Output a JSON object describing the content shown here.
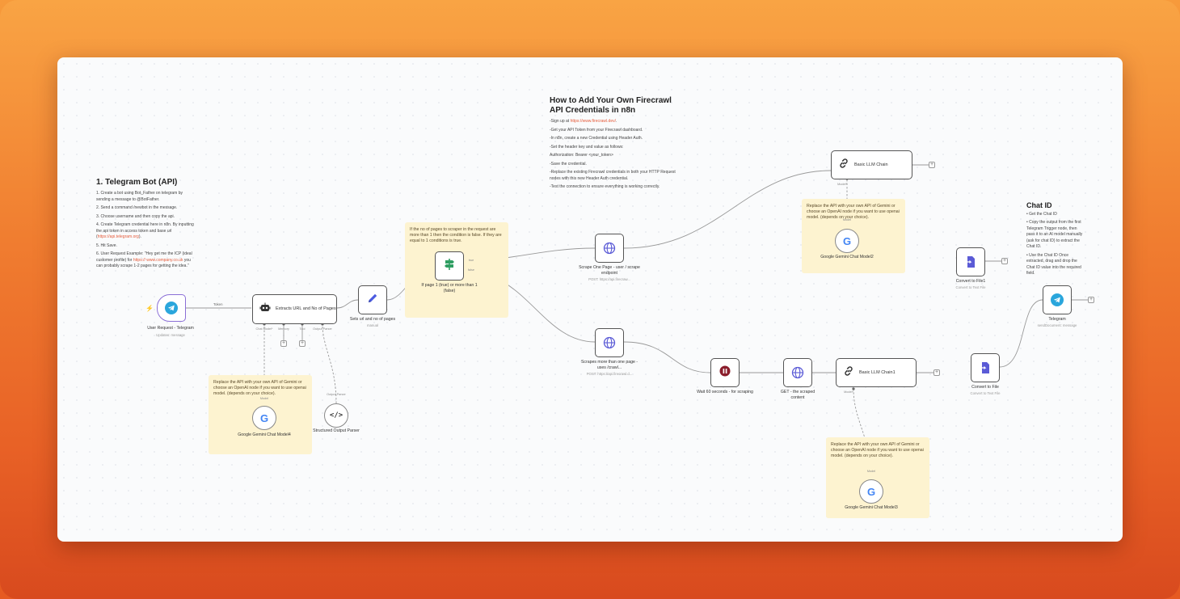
{
  "colors": {
    "accent": "#e55b3a",
    "sticky": "#fdf3d0",
    "telegram": "#2aa6dc",
    "n8n_purple": "#5b5bd6",
    "if_green": "#2f9e62",
    "wait_red": "#8b1e2c"
  },
  "notes": {
    "telegram": {
      "title": "1. Telegram Bot (API)",
      "items": [
        "1. Create a bot using Bot_Father on telegram by sending a message to @BotFather.",
        "2. Send a command /newbot in the message.",
        "3. Choose username and then copy the api.",
        "4. Create Telegram credential here in n8n. By inputting the api token in access token and base url (",
        "5. Hit Save.",
        "6. User Request Example: \"Hey get me the ICP (ideal customer profile) for ",
        "you can probably scrape 1-2 pages for getting the idea.\""
      ],
      "base_url": "https://api.telegram.org",
      "base_url_close": ").",
      "example_link": "https:// www.company.co.uk"
    },
    "firecrawl": {
      "title": "How to Add Your Own Firecrawl API Credentials in n8n",
      "signup_prefix": "-Sign up at ",
      "signup_link": "https://www.firecrawl.dev/",
      "signup_suffix": ".",
      "lines": [
        "-Get your API Token from your Firecrawl dashboard.",
        "-In n8n, create a new Credential using Header Auth.",
        "-Set the header key and value as follows:",
        "Authorization: Bearer <your_token>",
        "-Save the credential.",
        "-Replace the existing Firecrawl credentials in both your HTTP Request nodes with this new Header Auth credential.",
        "-Test the connection to ensure everything is working correctly."
      ]
    },
    "chatid": {
      "title": "Chat ID",
      "lines": [
        "• Get the Chat ID",
        "• Copy the output from the first Telegram Trigger node, then pass it to an AI model manually (ask for chat ID) to extract the Chat ID.",
        "• Use the Chat ID Once extracted, drag and drop the Chat ID value into the required field."
      ]
    },
    "sticky_if": "If the no of pages to scraper in the request are more than 1 then the condition is false. If they are equal to 1 conditions is true.",
    "sticky_gemini": "Replace the API with your own API of Gemini or choose an OpenAI node if you want to use openai model. (depends on your choice)."
  },
  "nodes": {
    "trigger": {
      "label": "User Request - Telegram",
      "sub": "Updates: message"
    },
    "agent": {
      "label": "Extracts URL and No of Pages",
      "ports": [
        "Chat Model*",
        "Memory",
        "Tool",
        "Output Parser"
      ]
    },
    "set": {
      "label": "Sets url and no of pages",
      "sub": "manual"
    },
    "if": {
      "label": "If page 1 (true) or more than 1 (false)",
      "true": "true",
      "false": "false"
    },
    "scrape_one": {
      "label": "Scrape One Page - user / scrape endpoint",
      "sub": "POST: https://api.firecraw..."
    },
    "scrape_many": {
      "label": "Scrapes more than one page - uses /crawl...",
      "sub": "POST: https://api.firecrawl.d..."
    },
    "llm1": {
      "label": "Basic LLM Chain",
      "port": "Model*"
    },
    "llm2": {
      "label": "Basic LLM Chain1",
      "port": "Model*"
    },
    "gemini2": {
      "label": "Google Gemini Chat Model2",
      "port": "Model"
    },
    "gemini3": {
      "label": "Google Gemini Chat Model3",
      "port": "Model"
    },
    "gemini4": {
      "label": "Google Gemini Chat Model4",
      "port": "Model"
    },
    "parser": {
      "label": "Structured Output Parser",
      "port": "Output Parser"
    },
    "wait": {
      "label": "Wait 60 seconds - for scraping"
    },
    "get": {
      "label": "GET - the scraped content"
    },
    "file1": {
      "label": "Convert to File1",
      "sub": "Convert to Text File"
    },
    "file": {
      "label": "Convert to File",
      "sub": "Convert to Text File"
    },
    "telegram": {
      "label": "Telegram",
      "sub": "sendDocument: message"
    }
  },
  "edges": {
    "token": "Token"
  }
}
